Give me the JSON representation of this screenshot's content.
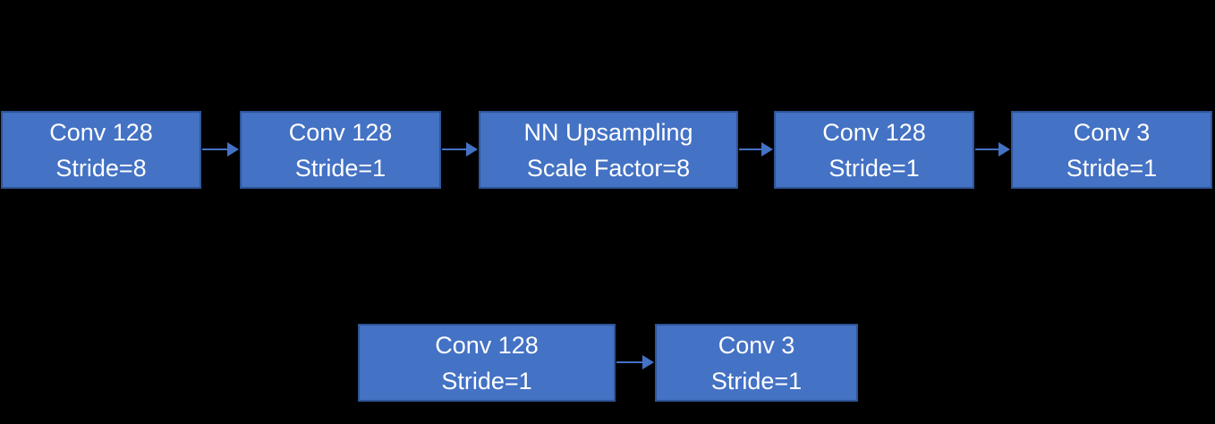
{
  "diagram": {
    "background_color": "#000000",
    "node_fill_color": "#4472C4",
    "node_border_color": "#2F5597",
    "arrow_color": "#4472C4",
    "text_color": "#FFFFFF",
    "rows": [
      {
        "boxes": [
          {
            "line1": "Conv 128",
            "line2": "Stride=8"
          },
          {
            "line1": "Conv 128",
            "line2": "Stride=1"
          },
          {
            "line1": "NN Upsampling",
            "line2": "Scale Factor=8"
          },
          {
            "line1": "Conv 128",
            "line2": "Stride=1"
          },
          {
            "line1": "Conv 3",
            "line2": "Stride=1"
          }
        ]
      },
      {
        "boxes": [
          {
            "line1": "Conv 128",
            "line2": "Stride=1"
          },
          {
            "line1": "Conv 3",
            "line2": "Stride=1"
          }
        ]
      }
    ]
  }
}
